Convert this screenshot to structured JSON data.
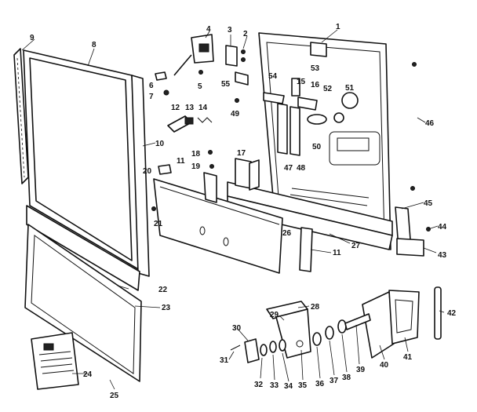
{
  "labels": [
    "1",
    "2",
    "3",
    "4",
    "5",
    "6",
    "7",
    "8",
    "9",
    "10",
    "11",
    "12",
    "13",
    "14",
    "15",
    "16",
    "17",
    "18",
    "19",
    "20",
    "21",
    "22",
    "23",
    "24",
    "25",
    "26",
    "27",
    "28",
    "29",
    "30",
    "31",
    "32",
    "33",
    "34",
    "35",
    "36",
    "37",
    "38",
    "39",
    "40",
    "41",
    "42",
    "43",
    "44",
    "45",
    "46",
    "47",
    "48",
    "49",
    "50",
    "51",
    "52",
    "53",
    "54",
    "55"
  ]
}
